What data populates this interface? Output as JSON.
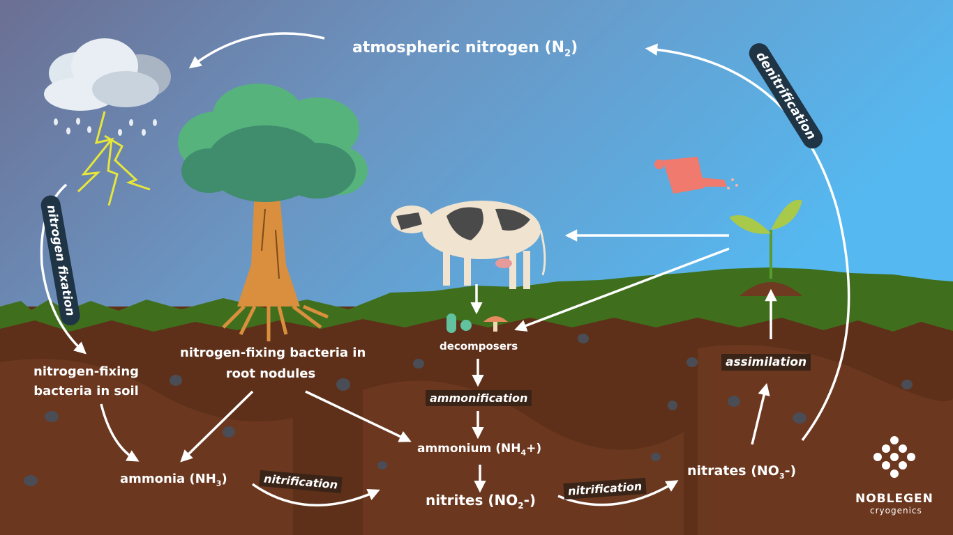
{
  "title": {
    "main": "atmospheric nitrogen (N",
    "sub": "2",
    "close": ")"
  },
  "cycle_labels": {
    "soil_bacteria_line1": "nitrogen-fixing",
    "soil_bacteria_line2": "bacteria in soil",
    "nodule_bacteria_line1": "nitrogen-fixing bacteria in",
    "nodule_bacteria_line2": "root nodules",
    "decomposers": "decomposers",
    "ammonium_pre": "ammonium (NH",
    "ammonium_sub": "4",
    "ammonium_post": "+)",
    "ammonia_pre": "ammonia (NH",
    "ammonia_sub": "3",
    "ammonia_post": ")",
    "nitrites_pre": "nitrites (NO",
    "nitrites_sub": "2",
    "nitrites_post": "-)",
    "nitrates_pre": "nitrates (NO",
    "nitrates_sub": "3",
    "nitrates_post": "-)"
  },
  "process_tags": {
    "ammonification": "ammonification",
    "assimilation": "assimilation",
    "nitrification_1": "nitrification",
    "nitrification_2": "nitrification",
    "nitrogen_fixation": "nitrogen fixation",
    "denitrification": "denitrification"
  },
  "brand": {
    "name": "NOBLEGEN",
    "tagline": "cryogenics"
  },
  "colors": {
    "sky_top_left": "#6b6f93",
    "sky_right": "#55b8f0",
    "soil": "#5e3019",
    "grass": "#3f6f1c",
    "tag_bg": "#3a2418",
    "ribbon_bg": "#1f3445"
  },
  "icons": [
    "storm-cloud-icon",
    "lightning-icon",
    "tree-icon",
    "cow-icon",
    "watering-can-icon",
    "seedling-icon",
    "bacteria-icon",
    "mushroom-icon",
    "noblegen-logo-icon"
  ]
}
